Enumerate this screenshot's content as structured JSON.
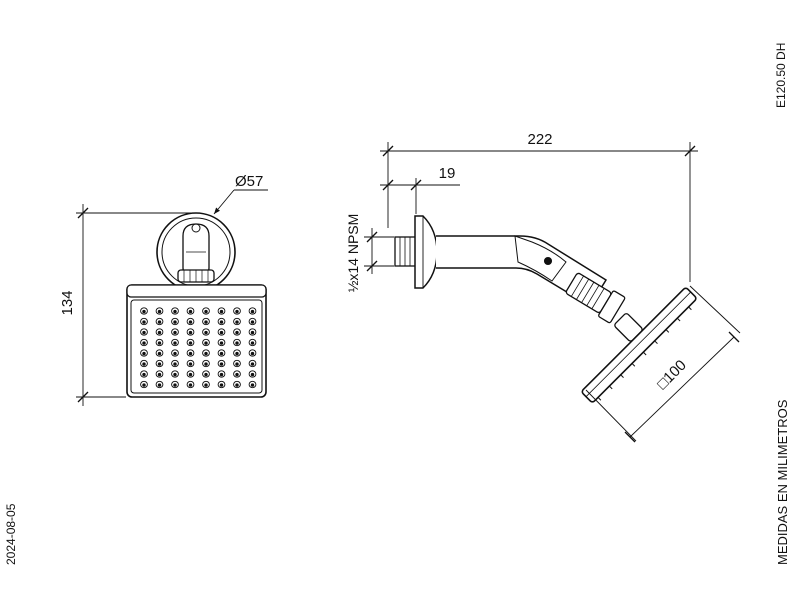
{
  "dimensions": {
    "flange_diameter": "Ø57",
    "overall_height": "134",
    "overall_length": "222",
    "pipe_offset": "19",
    "thread_spec": "½x14 NPSM",
    "head_size": "□100"
  },
  "document": {
    "model_code": "E120.50 DH",
    "units_note": "MEDIDAS EN MILIMETROS",
    "date": "2024-08-05"
  },
  "colors": {
    "line": "#111111",
    "background": "#ffffff"
  }
}
